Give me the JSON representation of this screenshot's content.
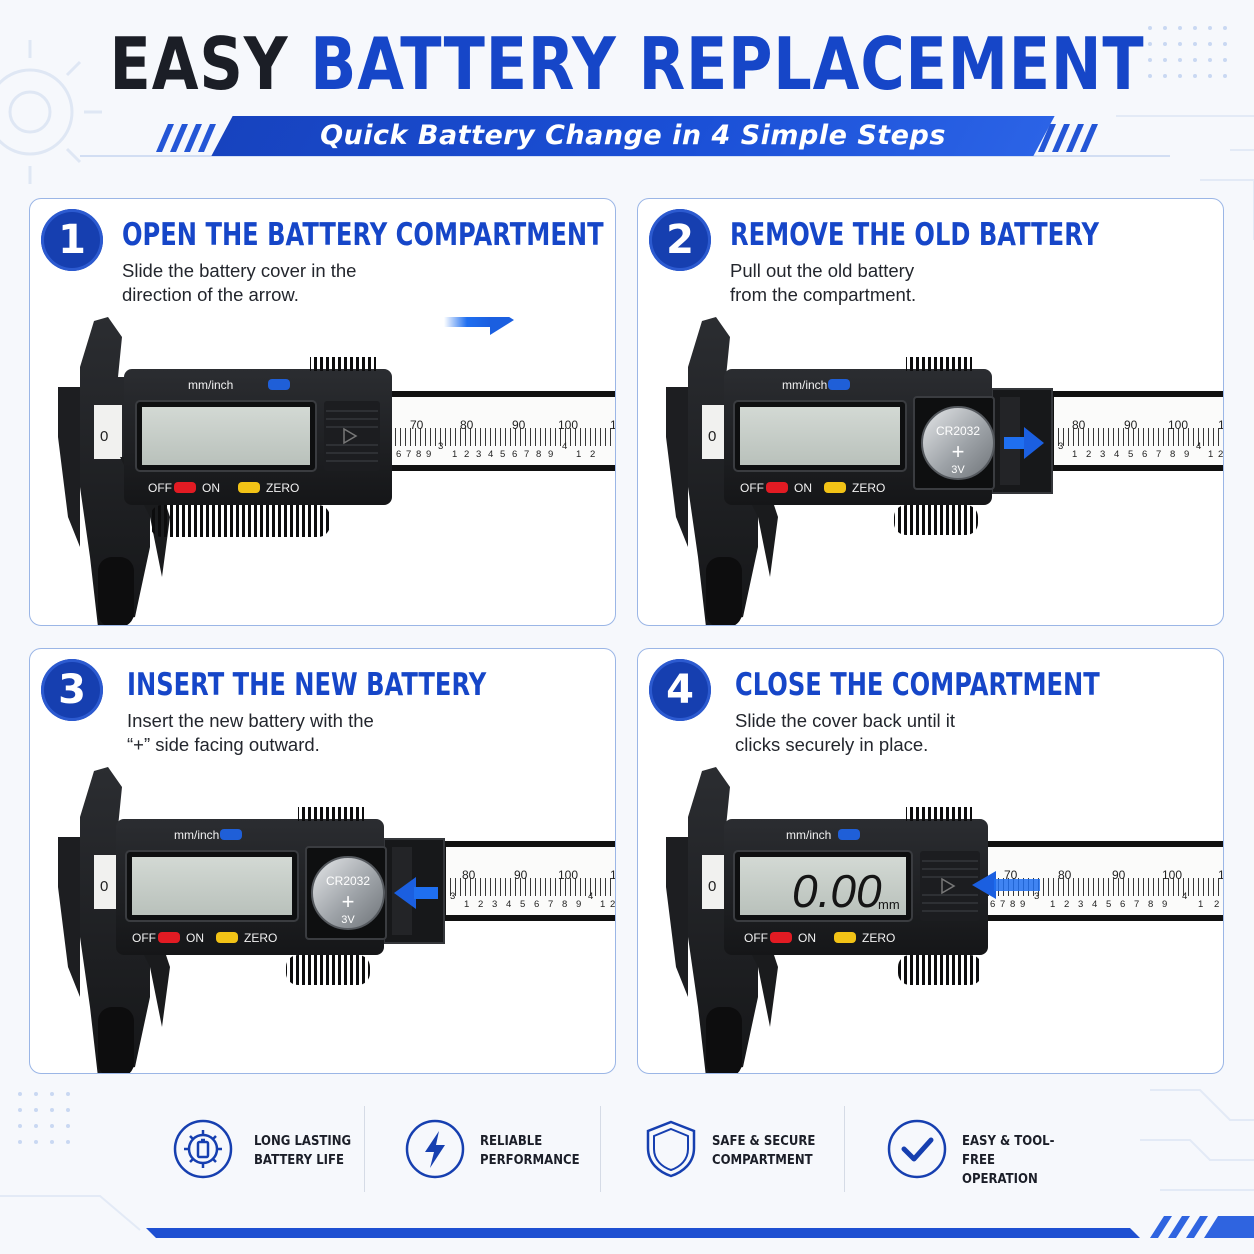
{
  "header": {
    "title_dark": "EASY",
    "title_blue": "BATTERY REPLACEMENT",
    "subtitle": "Quick Battery Change in 4 Simple Steps"
  },
  "steps": [
    {
      "number": "1",
      "title": "OPEN THE BATTERY COMPARTMENT",
      "desc_1": "Slide the battery cover in the",
      "desc_2": "direction of the arrow."
    },
    {
      "number": "2",
      "title": "REMOVE THE OLD BATTERY",
      "desc_1": "Pull out the old battery",
      "desc_2": "from the compartment."
    },
    {
      "number": "3",
      "title": "INSERT THE NEW BATTERY",
      "desc_1": "Insert the new battery with the",
      "desc_2": "“+” side facing outward."
    },
    {
      "number": "4",
      "title": "CLOSE THE COMPARTMENT",
      "desc_1": "Slide the cover back until it",
      "desc_2": "clicks securely in place."
    }
  ],
  "caliper": {
    "unit_button": "mm/inch",
    "off": "OFF",
    "on": "ON",
    "zero": "ZERO",
    "jaw_zero": "0",
    "reading": "0.00",
    "reading_unit": "mm",
    "battery_model": "CR2032",
    "battery_plus": "+",
    "battery_voltage": "3V",
    "scale_top": [
      "70",
      "80",
      "90",
      "100",
      "1"
    ],
    "scale_bottom": [
      "6",
      "7",
      "8",
      "9",
      "3",
      "1",
      "2",
      "3",
      "4",
      "5",
      "6",
      "7",
      "8",
      "9",
      "4",
      "1",
      "2"
    ]
  },
  "features": [
    {
      "label": "LONG LASTING\nBATTERY LIFE",
      "icon": "gear-battery-icon"
    },
    {
      "label": "RELIABLE\nPERFORMANCE",
      "icon": "lightning-icon"
    },
    {
      "label": "SAFE & SECURE\nCOMPARTMENT",
      "icon": "shield-icon"
    },
    {
      "label": "EASY & TOOL-FREE\nOPERATION",
      "icon": "checkmark-icon"
    }
  ],
  "colors": {
    "brand_blue": "#1646c8",
    "dark": "#1b1e26",
    "arrow_blue": "#1f6ff0",
    "off_button": "#e21b23",
    "zero_button": "#f2c316",
    "unit_button": "#1f5fd8"
  }
}
